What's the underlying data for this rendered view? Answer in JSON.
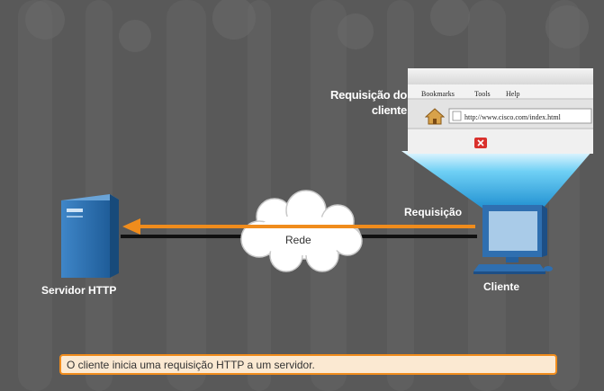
{
  "labels": {
    "client_request": "Requisição do cliente",
    "server": "Servidor HTTP",
    "client": "Cliente",
    "request": "Requisição",
    "network": "Rede"
  },
  "browser": {
    "menu": [
      "Bookmarks",
      "Tools",
      "Help"
    ],
    "url": "http://www.cisco.com/index.html"
  },
  "caption": "O cliente inicia uma requisição HTTP a um servidor.",
  "colors": {
    "background": "#575757",
    "arrow": "#f08c1c",
    "device": "#2f6fb0",
    "beam": "#2fa8e0",
    "caption_bg": "#fbe9d2"
  }
}
